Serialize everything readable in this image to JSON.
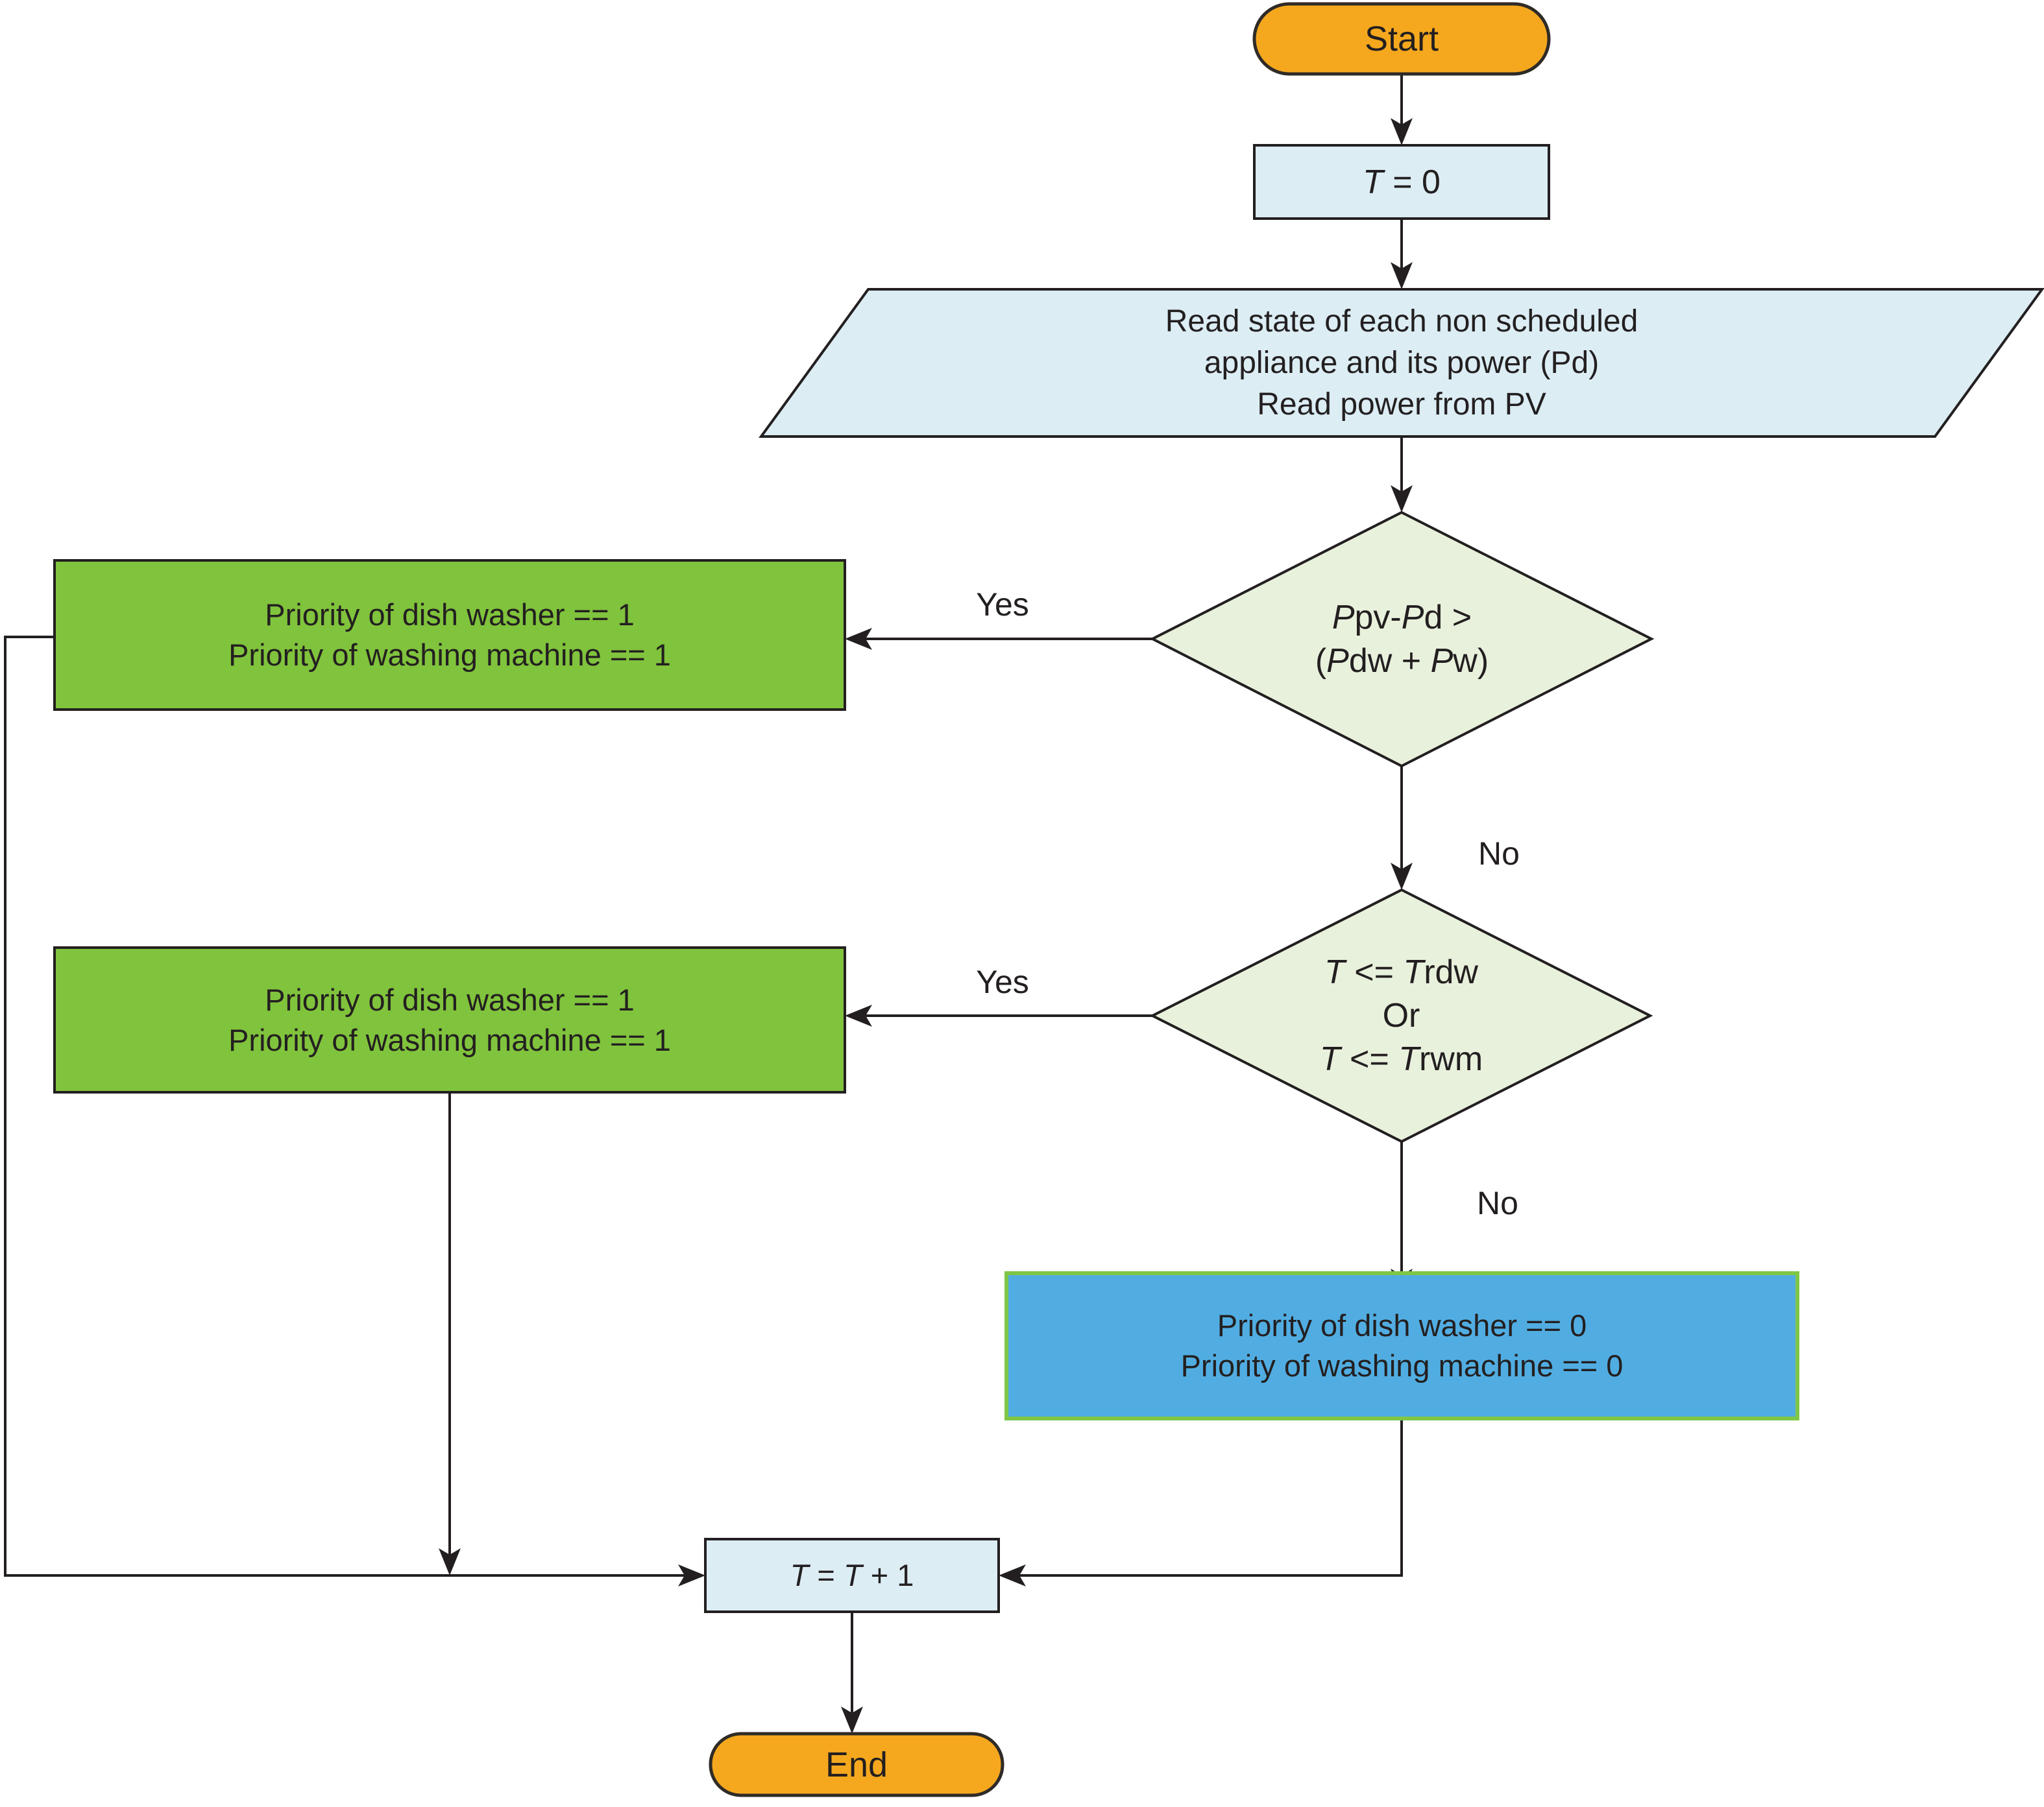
{
  "flowchart": {
    "nodes": {
      "start": {
        "label": "Start"
      },
      "init": {
        "lines": [
          [
            {
              "t": "T",
              "i": true
            },
            {
              "t": " = 0"
            }
          ]
        ]
      },
      "read": {
        "lines": [
          [
            {
              "t": "Read state of each non scheduled"
            }
          ],
          [
            {
              "t": "appliance and its power (Pd)"
            }
          ],
          [
            {
              "t": "Read power from PV"
            }
          ]
        ]
      },
      "decision1": {
        "lines": [
          [
            {
              "t": "P",
              "i": true
            },
            {
              "t": "pv-"
            },
            {
              "t": "P",
              "i": true
            },
            {
              "t": "d >"
            }
          ],
          [
            {
              "t": "("
            },
            {
              "t": "P",
              "i": true
            },
            {
              "t": "dw + "
            },
            {
              "t": "P",
              "i": true
            },
            {
              "t": "w)"
            }
          ]
        ]
      },
      "priority_on_1": {
        "lines": [
          [
            {
              "t": "Priority of dish washer == 1"
            }
          ],
          [
            {
              "t": "Priority of washing machine == 1"
            }
          ]
        ]
      },
      "decision2": {
        "lines": [
          [
            {
              "t": "T",
              "i": true
            },
            {
              "t": " <= "
            },
            {
              "t": "T",
              "i": true
            },
            {
              "t": "rdw"
            }
          ],
          [
            {
              "t": "Or"
            }
          ],
          [
            {
              "t": "T",
              "i": true
            },
            {
              "t": " <= "
            },
            {
              "t": "T",
              "i": true
            },
            {
              "t": "rwm"
            }
          ]
        ]
      },
      "priority_on_2": {
        "lines": [
          [
            {
              "t": "Priority of dish washer == 1"
            }
          ],
          [
            {
              "t": "Priority of washing machine == 1"
            }
          ]
        ]
      },
      "priority_off": {
        "lines": [
          [
            {
              "t": "Priority of dish washer == 0"
            }
          ],
          [
            {
              "t": "Priority of washing machine == 0"
            }
          ]
        ]
      },
      "increment": {
        "lines": [
          [
            {
              "t": "T",
              "i": true
            },
            {
              "t": " = "
            },
            {
              "t": "T",
              "i": true
            },
            {
              "t": " + 1"
            }
          ]
        ]
      },
      "end": {
        "label": "End"
      }
    },
    "edge_labels": {
      "yes1": "Yes",
      "no1": "No",
      "yes2": "Yes",
      "no2": "No"
    },
    "colors": {
      "terminator_fill": "#f5a81e",
      "terminator_border": "#2f2b27",
      "process_fill": "#dcedf4",
      "decision_fill": "#e8f1dc",
      "priority_on_fill": "#80c33c",
      "priority_off_fill": "#51ade1",
      "priority_off_border": "#7fc647",
      "line": "#231f20"
    }
  }
}
